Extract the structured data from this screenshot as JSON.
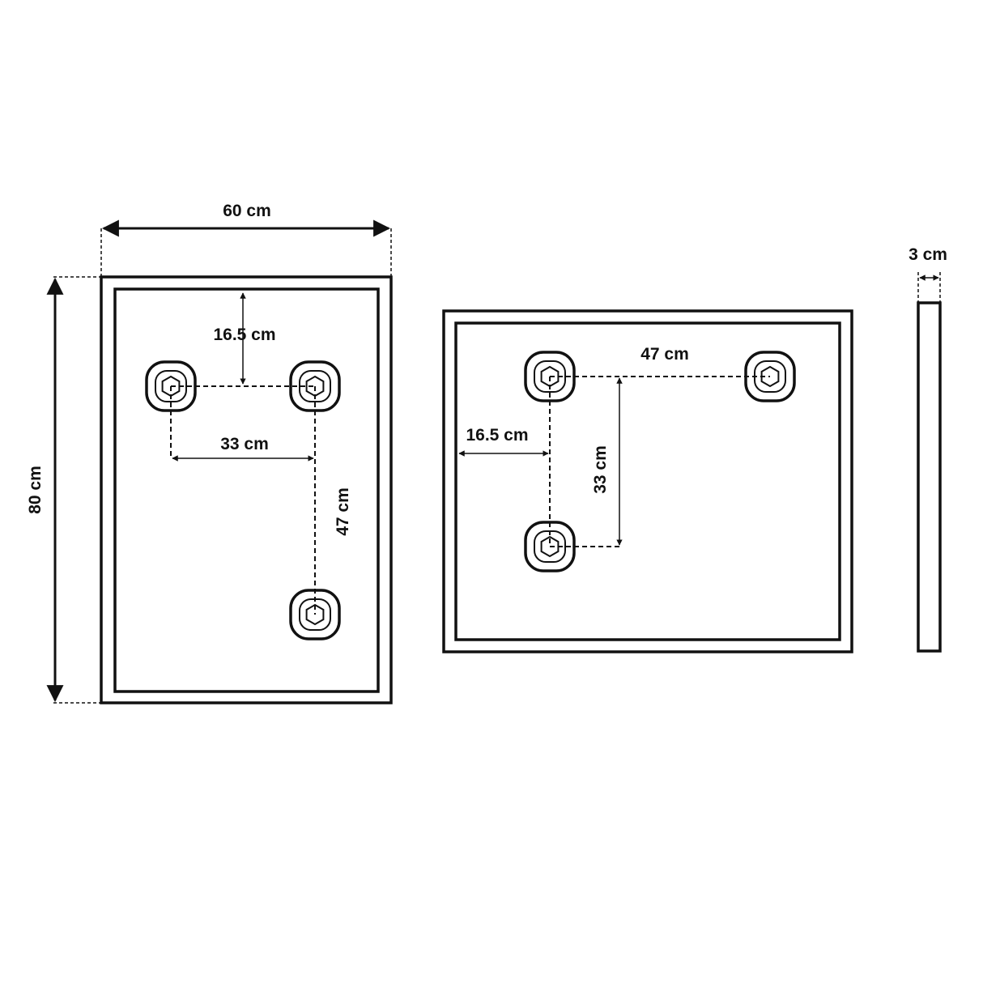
{
  "portrait": {
    "width_label": "60 cm",
    "height_label": "80 cm",
    "top_offset_label": "16.5 cm",
    "hook_spacing_label": "33 cm",
    "vertical_spacing_label": "47 cm"
  },
  "landscape": {
    "hook_spacing_label": "47 cm",
    "side_offset_label": "16.5 cm",
    "vertical_spacing_label": "33 cm"
  },
  "side_view": {
    "depth_label": "3 cm"
  }
}
